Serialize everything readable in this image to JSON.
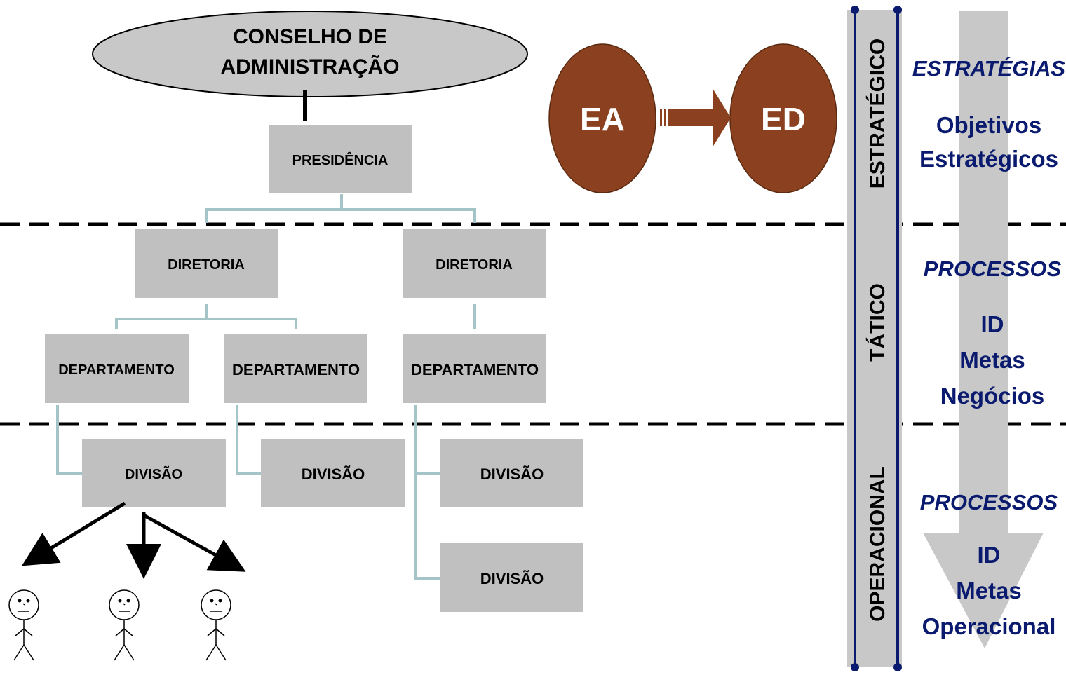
{
  "org": {
    "board": "CONSELHO DE|ADMINISTRAÇÃO",
    "presidency": "PRESIDÊNCIA",
    "directorates": [
      "DIRETORIA",
      "DIRETORIA"
    ],
    "departments": [
      "DEPARTAMENTO",
      "DEPARTAMENTO",
      "DEPARTAMENTO"
    ],
    "divisions": [
      "DIVISÃO",
      "DIVISÃO",
      "DIVISÃO",
      "DIVISÃO"
    ]
  },
  "states": {
    "current": "EA",
    "desired": "ED"
  },
  "levels": {
    "strategic": "ESTRATÉGICO",
    "tactical": "TÁTICO",
    "operational": "OPERACIONAL"
  },
  "right_column": {
    "strategies": "ESTRATÉGIAS",
    "strategic_objectives": "Objetivos|Estratégicos",
    "processes_tactical": "PROCESSOS",
    "tactical_items": "ID|Metas|Negócios",
    "processes_operational": "PROCESSOS",
    "operational_items": "ID|Metas|Operacional"
  },
  "colors": {
    "box": "#c0c0c0",
    "connector": "#a4c4c8",
    "ellipse_brown": "#8b4120",
    "navy_text": "#0a1a6e",
    "arrow_gray": "#c8c8c8"
  }
}
